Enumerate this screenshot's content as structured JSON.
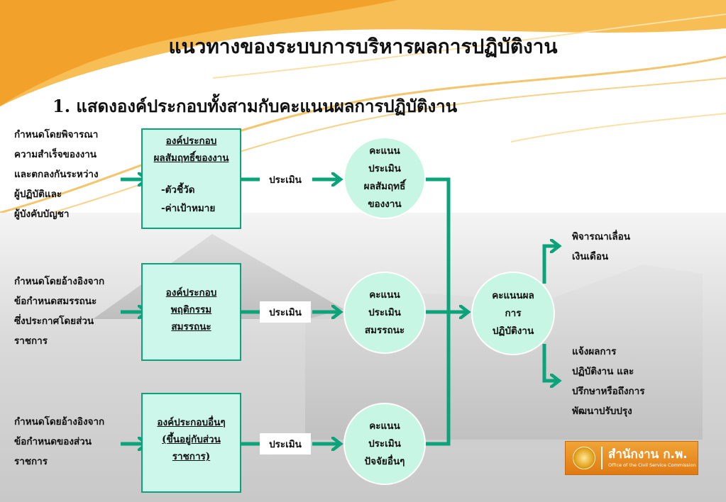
{
  "title": "แนวทางของระบบการบริหารผลการปฏิบัติงาน",
  "subtitle": "1.  แสดงองค์ประกอบทั้งสามกับคะแนนผลการปฏิบัติงาน",
  "rows": [
    {
      "left_text": [
        "กำหนดโดยพิจารณา",
        "ความสำเร็จของงาน",
        "และตกลงกันระหว่าง",
        "ผู้ปฏิบัติและ",
        "ผู้บังคับบัญชา"
      ],
      "box_underlined": [
        "องค์ประกอบ",
        "ผลสัมฤทธิ์ของงาน"
      ],
      "box_plain": [
        "-ตัวชี้วัด",
        "-ค่าเป้าหมาย"
      ],
      "eval_label": "ประเมิน",
      "circle": [
        "คะแนน",
        "ประเมิน",
        "ผลสัมฤทธิ์",
        "ของงาน"
      ]
    },
    {
      "left_text": [
        "กำหนดโดยอ้างอิงจาก",
        "ข้อกำหนดสมรรถนะ",
        "ซึ่งประกาศโดยส่วน",
        "ราชการ"
      ],
      "box_underlined": [
        "องค์ประกอบ",
        "พฤติกรรม",
        "สมรรถนะ"
      ],
      "box_plain": [],
      "eval_label": "ประเมิน",
      "circle": [
        "คะแนน",
        "ประเมิน",
        "สมรรถนะ"
      ]
    },
    {
      "left_text": [
        "กำหนดโดยอ้างอิงจาก",
        "ข้อกำหนดของส่วน",
        "ราชการ"
      ],
      "box_underlined": [
        "องค์ประกอบอื่นๆ",
        "(ขึ้นอยู่กับส่วน",
        "ราชการ)"
      ],
      "box_plain": [],
      "eval_label": "ประเมิน",
      "circle": [
        "คะแนน",
        "ประเมิน",
        "ปัจจัยอื่นๆ"
      ]
    }
  ],
  "final_circle": [
    "คะแนนผล",
    "การ",
    "ปฏิบัติงาน"
  ],
  "outcome_top": [
    "พิจารณาเลื่อน",
    "เงินเดือน"
  ],
  "outcome_bottom": [
    "แจ้งผลการ",
    "ปฏิบัติงาน และ",
    "ปรึกษาหรือถึงการ",
    "พัฒนาปรับปรุง"
  ],
  "logo": {
    "main": "สำนักงาน ก.พ.",
    "sub": "Office of the Civil Service Commission"
  },
  "colors": {
    "arrow": "#0aa37a",
    "box_fill": "#ccf7ea",
    "circle_fill": "#c8f6e5",
    "accent_orange": "#f0a438"
  }
}
